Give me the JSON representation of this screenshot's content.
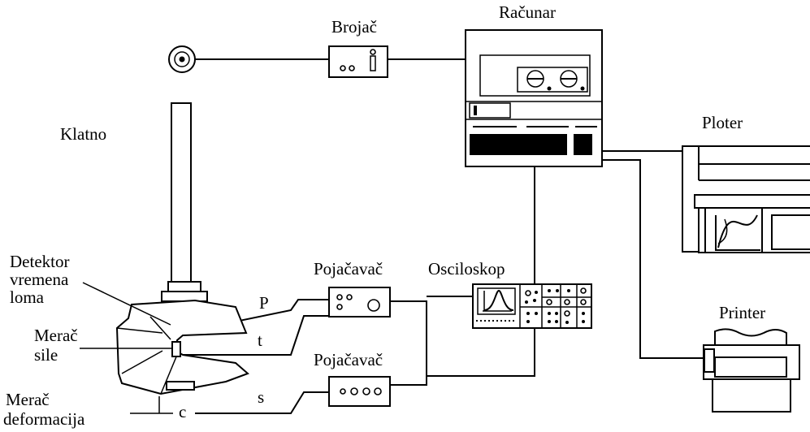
{
  "labels": {
    "brojac": "Brojač",
    "racunar": "Računar",
    "klatno": "Klatno",
    "ploter": "Ploter",
    "detektor_line1": "Detektor",
    "detektor_line2": "vremena",
    "detektor_line3": "loma",
    "pojacavac_top": "Pojačavač",
    "osciloskop": "Osciloskop",
    "printer": "Printer",
    "merac_sile_line1": "Merač",
    "merac_sile_line2": "sile",
    "pojacavac_bottom": "Pojačavač",
    "merac_def_line1": "Merač",
    "merac_def_line2": "deformacija",
    "sig_p": "P",
    "sig_t": "t",
    "sig_s": "s",
    "sig_c": "c"
  }
}
